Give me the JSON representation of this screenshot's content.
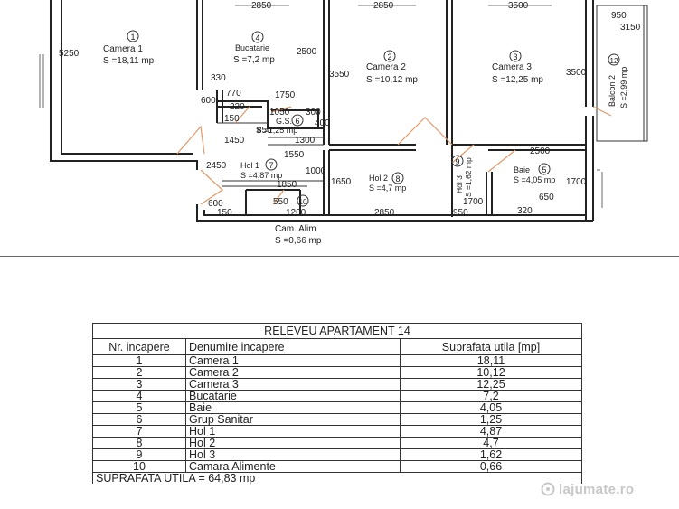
{
  "plan": {
    "rooms": [
      {
        "num": "1",
        "name": "Camera 1",
        "area": "S =18,11 mp"
      },
      {
        "num": "2",
        "name": "Camera 2",
        "area": "S =10,12 mp"
      },
      {
        "num": "3",
        "name": "Camera 3",
        "area": "S =12,25 mp"
      },
      {
        "num": "4",
        "name": "Bucatarie",
        "area": "S =7,2 mp"
      },
      {
        "num": "5",
        "name": "Baie",
        "area": "S =4,05 mp"
      },
      {
        "num": "6",
        "name": "G.S.",
        "area": "S =1,25 mp"
      },
      {
        "num": "7",
        "name": "Hol 1",
        "area": "S =4,87 mp"
      },
      {
        "num": "8",
        "name": "Hol 2",
        "area": "S =4,7 mp"
      },
      {
        "num": "9",
        "name": "Hol 3",
        "area": "S =1,62 mp"
      },
      {
        "num": "10",
        "name": "Cam. Alim.",
        "area": "S =0,66 mp"
      },
      {
        "num": "12",
        "name": "Balcon 2",
        "area": "S =2,99 mp"
      }
    ],
    "dims": [
      "2850",
      "2850",
      "3500",
      "950",
      "3150",
      "5250",
      "2500",
      "3550",
      "3500",
      "330",
      "600",
      "770",
      "1750",
      "220",
      "1050",
      "300",
      "150",
      "400",
      "850",
      "1450",
      "1300",
      "1550",
      "2500",
      "2450",
      "1000",
      "1850",
      "1650",
      "1700",
      "1700",
      "650",
      "600",
      "550",
      "1200",
      "150",
      "2850",
      "950",
      "320"
    ]
  },
  "table": {
    "title": "RELEVEU APARTAMENT 14",
    "headers": [
      "Nr. incapere",
      "Denumire incapere",
      "Suprafata utila [mp]"
    ],
    "rows": [
      [
        "1",
        "Camera 1",
        "18,11"
      ],
      [
        "2",
        "Camera 2",
        "10,12"
      ],
      [
        "3",
        "Camera 3",
        "12,25"
      ],
      [
        "4",
        "Bucatarie",
        "7,2"
      ],
      [
        "5",
        "Baie",
        "4,05"
      ],
      [
        "6",
        "Grup Sanitar",
        "1,25"
      ],
      [
        "7",
        "Hol 1",
        "4,87"
      ],
      [
        "8",
        "Hol 2",
        "4,7"
      ],
      [
        "9",
        "Hol 3",
        "1,62"
      ],
      [
        "10",
        "Camara Alimente",
        "0,66"
      ]
    ],
    "total": "SUPRAFATA UTILA = 64,83 mp"
  },
  "watermark": "lajumate.ro"
}
